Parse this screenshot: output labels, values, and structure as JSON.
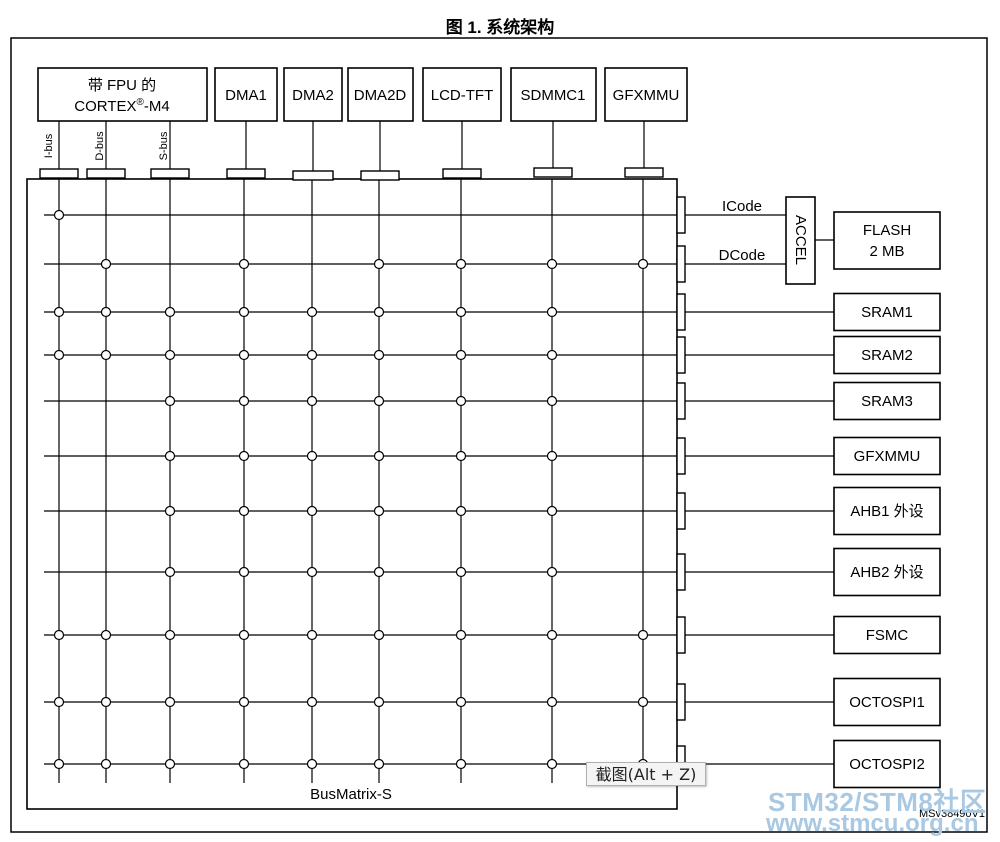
{
  "figure_title": "图 1. 系统架构",
  "diagram_id": "MSv38490V1",
  "bus_matrix_label": "BusMatrix-S",
  "colors": {
    "line": "#000000",
    "node_fill": "#ffffff",
    "watermark": "#a9c8e2"
  },
  "masters": [
    {
      "id": "cortex",
      "line1": "带 FPU 的",
      "line2": "CORTEX",
      "sup": "®",
      "line2_tail": "-M4"
    },
    {
      "id": "dma1",
      "label": "DMA1"
    },
    {
      "id": "dma2",
      "label": "DMA2"
    },
    {
      "id": "dma2d",
      "label": "DMA2D"
    },
    {
      "id": "lcd",
      "label": "LCD-TFT"
    },
    {
      "id": "sdmmc1",
      "label": "SDMMC1"
    },
    {
      "id": "gfxmmu",
      "label": "GFXMMU"
    }
  ],
  "cortex_buses": [
    "I-bus",
    "D-bus",
    "S-bus"
  ],
  "flash_links": [
    "ICode",
    "DCode"
  ],
  "accel_label": "ACCEL",
  "flash": {
    "line1": "FLASH",
    "line2": "2 MB"
  },
  "slaves": [
    "SRAM1",
    "SRAM2",
    "SRAM3",
    "GFXMMU",
    "AHB1 外设",
    "AHB2 外设",
    "FSMC",
    "OCTOSPI1",
    "OCTOSPI2"
  ],
  "matrix": {
    "columns": [
      "I-bus",
      "D-bus",
      "S-bus",
      "DMA1",
      "DMA2",
      "DMA2D",
      "LCD-TFT",
      "SDMMC1",
      "GFXMMU"
    ],
    "rows": [
      "ICode",
      "DCode",
      "SRAM1",
      "SRAM2",
      "SRAM3",
      "GFXMMU",
      "AHB1 外设",
      "AHB2 外设",
      "FSMC",
      "OCTOSPI1",
      "OCTOSPI2"
    ],
    "connections": [
      [
        1,
        0,
        0,
        0,
        0,
        0,
        0,
        0,
        0
      ],
      [
        0,
        1,
        0,
        1,
        0,
        1,
        1,
        1,
        1
      ],
      [
        1,
        1,
        1,
        1,
        1,
        1,
        1,
        1,
        0
      ],
      [
        1,
        1,
        1,
        1,
        1,
        1,
        1,
        1,
        0
      ],
      [
        0,
        0,
        1,
        1,
        1,
        1,
        1,
        1,
        0
      ],
      [
        0,
        0,
        1,
        1,
        1,
        1,
        1,
        1,
        0
      ],
      [
        0,
        0,
        1,
        1,
        1,
        1,
        1,
        1,
        0
      ],
      [
        0,
        0,
        1,
        1,
        1,
        1,
        1,
        1,
        0
      ],
      [
        1,
        1,
        1,
        1,
        1,
        1,
        1,
        1,
        1
      ],
      [
        1,
        1,
        1,
        1,
        1,
        1,
        1,
        1,
        1
      ],
      [
        1,
        1,
        1,
        1,
        1,
        1,
        1,
        1,
        1
      ]
    ]
  },
  "tooltip": "截图(Alt + Z)",
  "watermark": {
    "line1": "STM32/STM8社区",
    "line2": "www.stmcu.org.cn"
  }
}
